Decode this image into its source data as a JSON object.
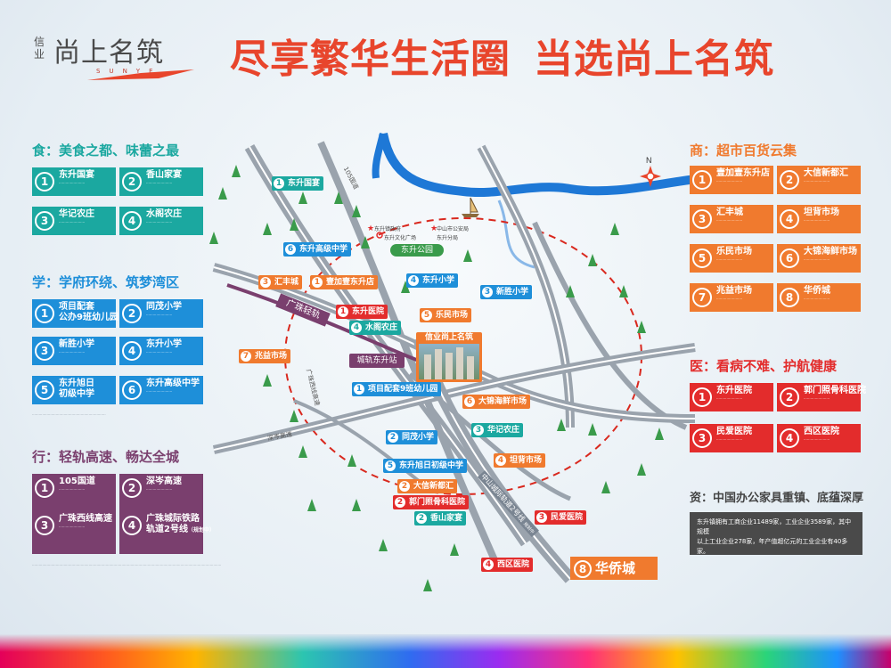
{
  "brand": {
    "small": "信业",
    "name": "尚上名筑",
    "sub": "SUNYE"
  },
  "headline": {
    "part1": "尽享繁华生活圈",
    "part2": "当选尚上名筑"
  },
  "left": {
    "food": {
      "title": "食：美食之都、味蕾之最",
      "items": [
        {
          "n": "1",
          "name": "东升国宴"
        },
        {
          "n": "2",
          "name": "香山家宴"
        },
        {
          "n": "3",
          "name": "华记农庄"
        },
        {
          "n": "4",
          "name": "水阁农庄"
        }
      ]
    },
    "school": {
      "title": "学：学府环绕、筑梦湾区",
      "items": [
        {
          "n": "1",
          "name": "项目配套",
          "name2": "公办9班幼儿园"
        },
        {
          "n": "2",
          "name": "同茂小学"
        },
        {
          "n": "3",
          "name": "新胜小学"
        },
        {
          "n": "4",
          "name": "东升小学"
        },
        {
          "n": "5",
          "name": "东升旭日",
          "name2": "初级中学"
        },
        {
          "n": "6",
          "name": "东升高级中学"
        }
      ]
    },
    "traffic": {
      "title": "行：轻轨高速、畅达全城",
      "items": [
        {
          "n": "1",
          "name": "105国道"
        },
        {
          "n": "2",
          "name": "深岑高速"
        },
        {
          "n": "3",
          "name": "广珠西线高速"
        },
        {
          "n": "4",
          "name": "广珠城际铁路",
          "name2": "轨道2号线",
          "tag": "（规划中）"
        }
      ]
    }
  },
  "right": {
    "shop": {
      "title": "商：超市百货云集",
      "items": [
        {
          "n": "1",
          "name": "壹加壹东升店"
        },
        {
          "n": "2",
          "name": "大信新都汇"
        },
        {
          "n": "3",
          "name": "汇丰城"
        },
        {
          "n": "4",
          "name": "坦背市场"
        },
        {
          "n": "5",
          "name": "乐民市场"
        },
        {
          "n": "6",
          "name": "大锦海鲜市场"
        },
        {
          "n": "7",
          "name": "兆益市场"
        },
        {
          "n": "8",
          "name": "华侨城"
        }
      ]
    },
    "medical": {
      "title": "医：看病不难、护航健康",
      "items": [
        {
          "n": "1",
          "name": "东升医院"
        },
        {
          "n": "2",
          "name": "郭门照骨科医院"
        },
        {
          "n": "3",
          "name": "民爱医院"
        },
        {
          "n": "4",
          "name": "西区医院"
        }
      ]
    },
    "capital": {
      "title": "资：中国办公家具重镇、底蕴深厚",
      "text1": "东升镇拥有工商企业11489家，工业企业3589家，其中规模",
      "text2": "以上工业企业278家，年产值超亿元的工业企业有40多家。"
    }
  },
  "map": {
    "compass": "N",
    "project": "信业尚上名筑",
    "park": "东升公园",
    "station": "城轨东升站",
    "rail": "广珠轻轨",
    "landmarks": {
      "gov": "东升镇政府",
      "culture": "东升文化广场",
      "police1": "中山市公安局",
      "police2": "东升分局"
    },
    "roads": {
      "r1": "105国道",
      "r2": "深岑高速",
      "r3": "广珠西线高速",
      "r4": "中山城际轨道2号线",
      "r4tag": "规划中"
    },
    "tags": [
      {
        "n": "1",
        "name": "东升国宴",
        "color": "teal"
      },
      {
        "n": "6",
        "name": "东升高级中学",
        "color": "blue"
      },
      {
        "n": "3",
        "name": "汇丰城",
        "color": "orange"
      },
      {
        "n": "1",
        "name": "壹加壹东升店",
        "color": "orange"
      },
      {
        "n": "4",
        "name": "东升小学",
        "color": "blue"
      },
      {
        "n": "3",
        "name": "新胜小学",
        "color": "blue"
      },
      {
        "n": "1",
        "name": "东升医院",
        "color": "red"
      },
      {
        "n": "5",
        "name": "乐民市场",
        "color": "orange"
      },
      {
        "n": "4",
        "name": "水阁农庄",
        "color": "teal"
      },
      {
        "n": "7",
        "name": "兆益市场",
        "color": "orange"
      },
      {
        "n": "1",
        "name": "项目配套9班幼儿园",
        "color": "blue"
      },
      {
        "n": "6",
        "name": "大锦海鲜市场",
        "color": "orange"
      },
      {
        "n": "3",
        "name": "华记农庄",
        "color": "teal"
      },
      {
        "n": "2",
        "name": "同茂小学",
        "color": "blue"
      },
      {
        "n": "4",
        "name": "坦背市场",
        "color": "orange"
      },
      {
        "n": "5",
        "name": "东升旭日初级中学",
        "color": "blue"
      },
      {
        "n": "2",
        "name": "大信新都汇",
        "color": "orange"
      },
      {
        "n": "2",
        "name": "郭门照骨科医院",
        "color": "red"
      },
      {
        "n": "3",
        "name": "民爱医院",
        "color": "red"
      },
      {
        "n": "2",
        "name": "香山家宴",
        "color": "teal"
      },
      {
        "n": "4",
        "name": "西区医院",
        "color": "red"
      }
    ],
    "huaqiao": {
      "n": "8",
      "name": "华侨城"
    }
  },
  "colors": {
    "food": "#1ba8a0",
    "school": "#1e8fd9",
    "traffic": "#7a3f6e",
    "shop": "#f07a2e",
    "medical": "#e32c2c",
    "headline": "#e8452c"
  }
}
